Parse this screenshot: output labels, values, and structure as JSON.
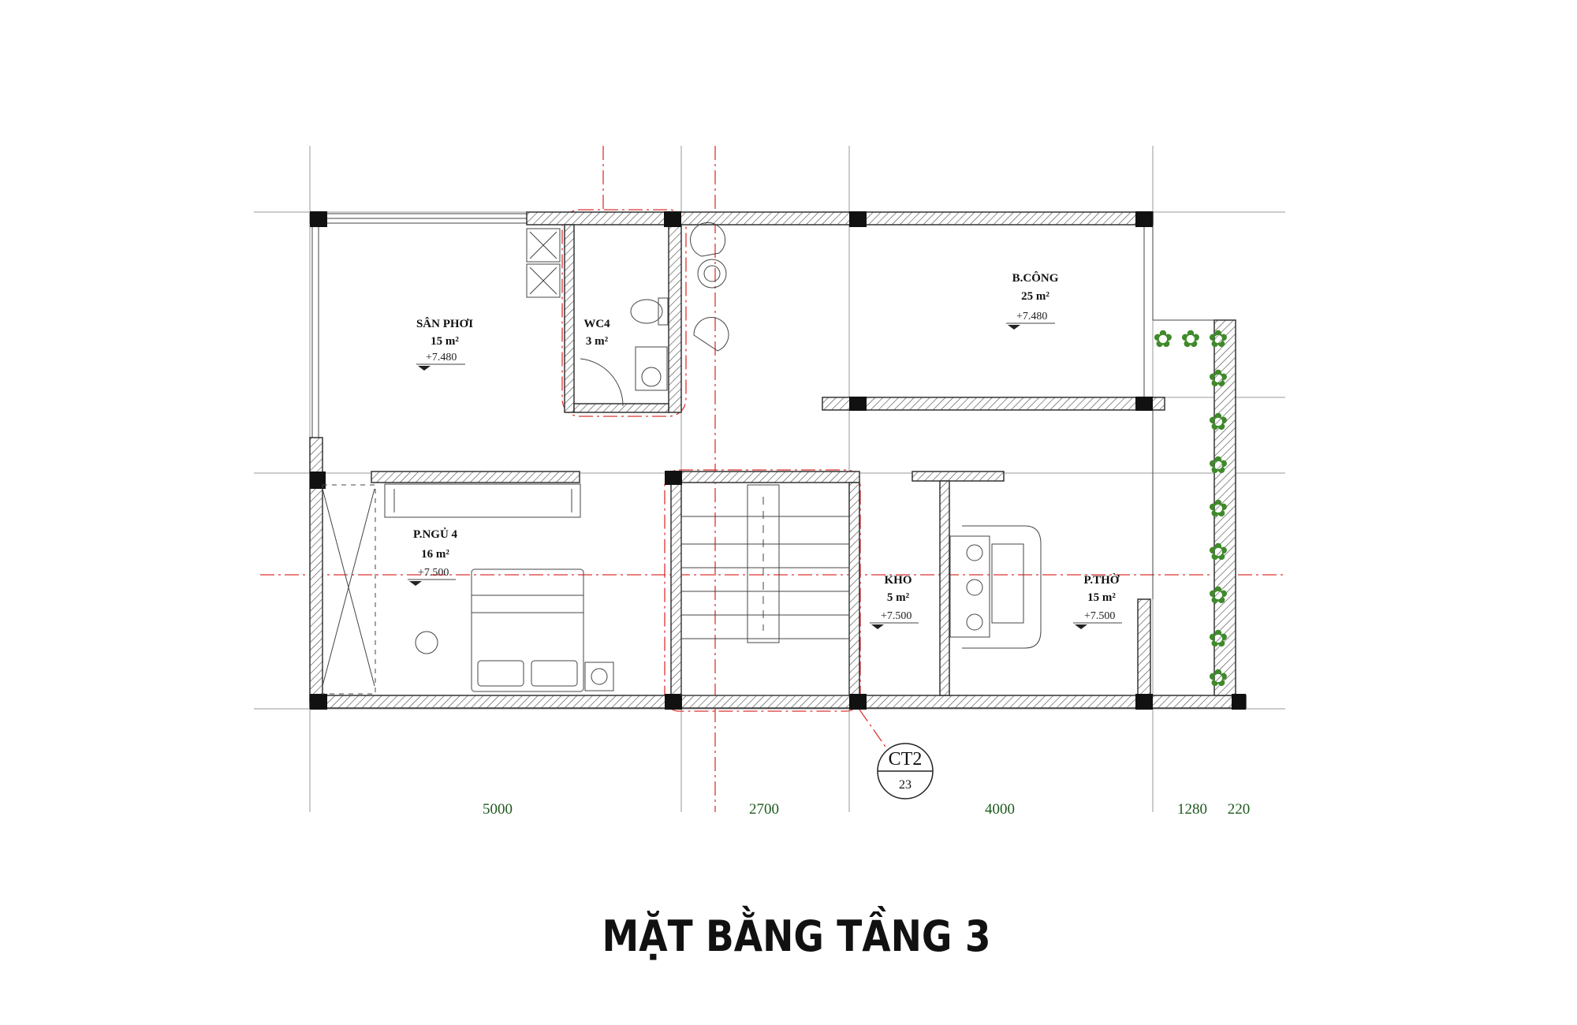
{
  "title": "MẶT BẰNG TẦNG 3",
  "rooms": [
    {
      "name": "SÂN PHƠI",
      "area": "15 m²",
      "level": "+7.480"
    },
    {
      "name": "WC4",
      "area": "3 m²"
    },
    {
      "name": "B.CÔNG",
      "area": "25 m²",
      "level": "+7.480"
    },
    {
      "name": "P.NGỦ 4",
      "area": "16 m²",
      "level": "+7.500"
    },
    {
      "name": "KHO",
      "area": "5 m²",
      "level": "+7.500"
    },
    {
      "name": "P.THỜ",
      "area": "15 m²",
      "level": "+7.500"
    }
  ],
  "section_marker": {
    "label": "CT2",
    "sheet": "23"
  },
  "dimensions": [
    "5000",
    "2700",
    "4000",
    "1280",
    "220"
  ],
  "colors": {
    "walls": "#333333",
    "axis_red": "#dd3333",
    "dimension_text": "#1d5a1d",
    "plants": "#3f8a2a"
  }
}
